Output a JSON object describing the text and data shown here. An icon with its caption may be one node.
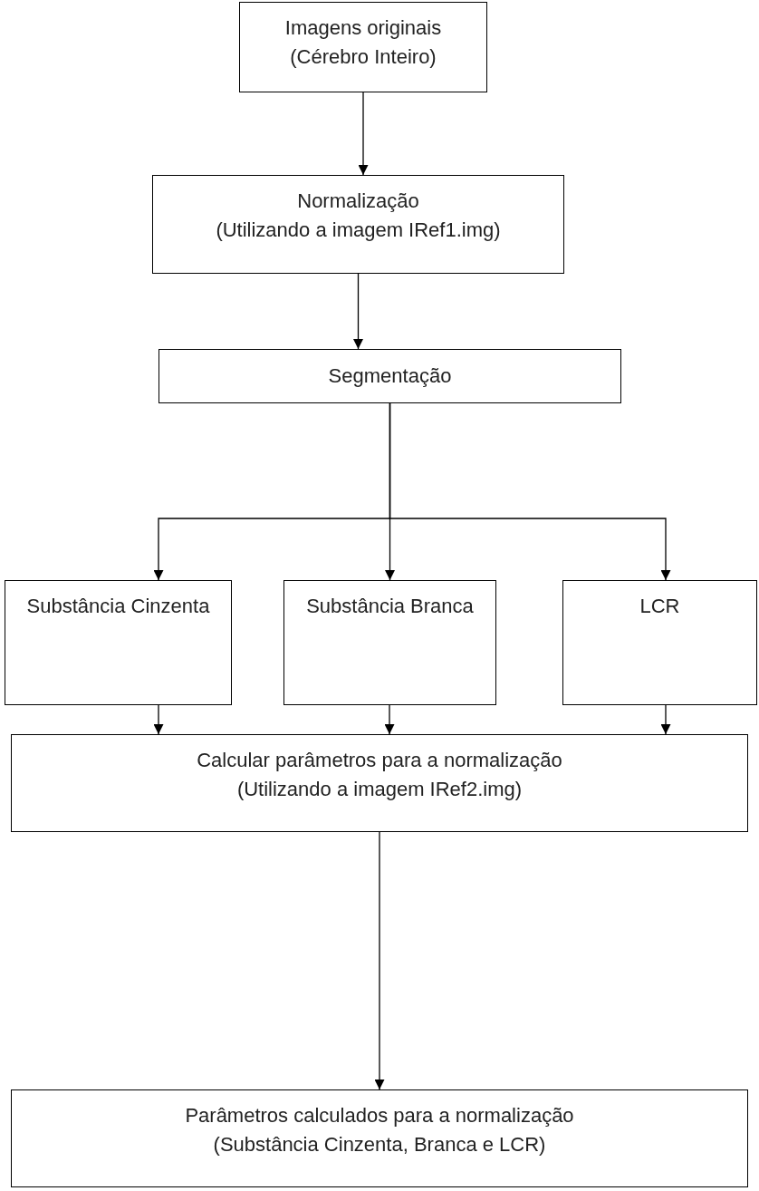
{
  "diagram": {
    "nodes": [
      {
        "text": [
          "Imagens originais",
          "(Cérebro Inteiro)"
        ]
      },
      {
        "text": [
          "Normalização",
          "(Utilizando a imagem IRef1.img)"
        ]
      },
      {
        "text": [
          "Segmentação"
        ]
      },
      {
        "text": [
          "Substância Cinzenta"
        ]
      },
      {
        "text": [
          "Substância Branca"
        ]
      },
      {
        "text": [
          "LCR"
        ]
      },
      {
        "text": [
          "Calcular parâmetros para a normalização",
          "(Utilizando a imagem IRef2.img)"
        ]
      },
      {
        "text": [
          "Parâmetros calculados para a normalização",
          "(Substância Cinzenta, Branca e LCR)"
        ]
      }
    ],
    "edges": [
      {
        "from": 0,
        "to": 1,
        "arrow": "to"
      },
      {
        "from": 1,
        "to": 2,
        "arrow": "to"
      },
      {
        "from": 2,
        "to": 3,
        "arrow": "to"
      },
      {
        "from": 2,
        "to": 4,
        "arrow": "to"
      },
      {
        "from": 2,
        "to": 5,
        "arrow": "to"
      },
      {
        "from": 3,
        "to": 6,
        "arrow": "to"
      },
      {
        "from": 4,
        "to": 6,
        "arrow": "to"
      },
      {
        "from": 5,
        "to": 6,
        "arrow": "to"
      },
      {
        "from": 6,
        "to": 7,
        "arrow": "to"
      }
    ]
  }
}
